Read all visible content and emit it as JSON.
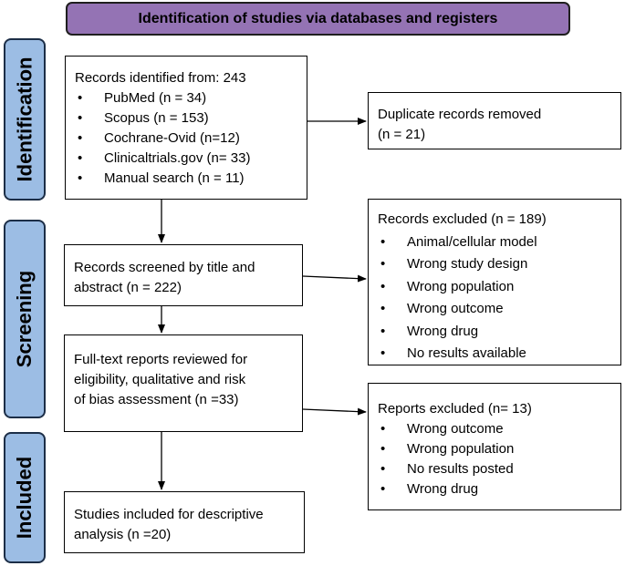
{
  "header": {
    "title": "Identification of studies via databases and registers"
  },
  "phases": [
    {
      "label": "Identification"
    },
    {
      "label": "Screening"
    },
    {
      "label": "Included"
    }
  ],
  "boxes": {
    "identified": {
      "title": "Records identified from: 243",
      "items": [
        "PubMed (n = 34)",
        "Scopus (n = 153)",
        "Cochrane-Ovid (n=12)",
        "Clinicaltrials.gov (n= 33)",
        "Manual search (n = 11)"
      ]
    },
    "duplicates": {
      "lines": [
        "Duplicate records removed",
        "(n = 21)"
      ]
    },
    "screened": {
      "lines": [
        "Records screened by title and",
        "abstract (n = 222)"
      ]
    },
    "records_excluded": {
      "title": "Records excluded (n = 189)",
      "items": [
        "Animal/cellular model",
        "Wrong study design",
        "Wrong population",
        "Wrong outcome",
        "Wrong drug",
        "No results available"
      ]
    },
    "fulltext": {
      "lines": [
        "Full-text reports reviewed for",
        "eligibility, qualitative and risk",
        "of bias assessment (n =33)"
      ]
    },
    "reports_excluded": {
      "title": "Reports excluded (n= 13)",
      "items": [
        "Wrong outcome",
        "Wrong population",
        "No results posted",
        "Wrong drug"
      ]
    },
    "included": {
      "lines": [
        "Studies included for descriptive",
        "analysis (n =20)"
      ]
    }
  }
}
